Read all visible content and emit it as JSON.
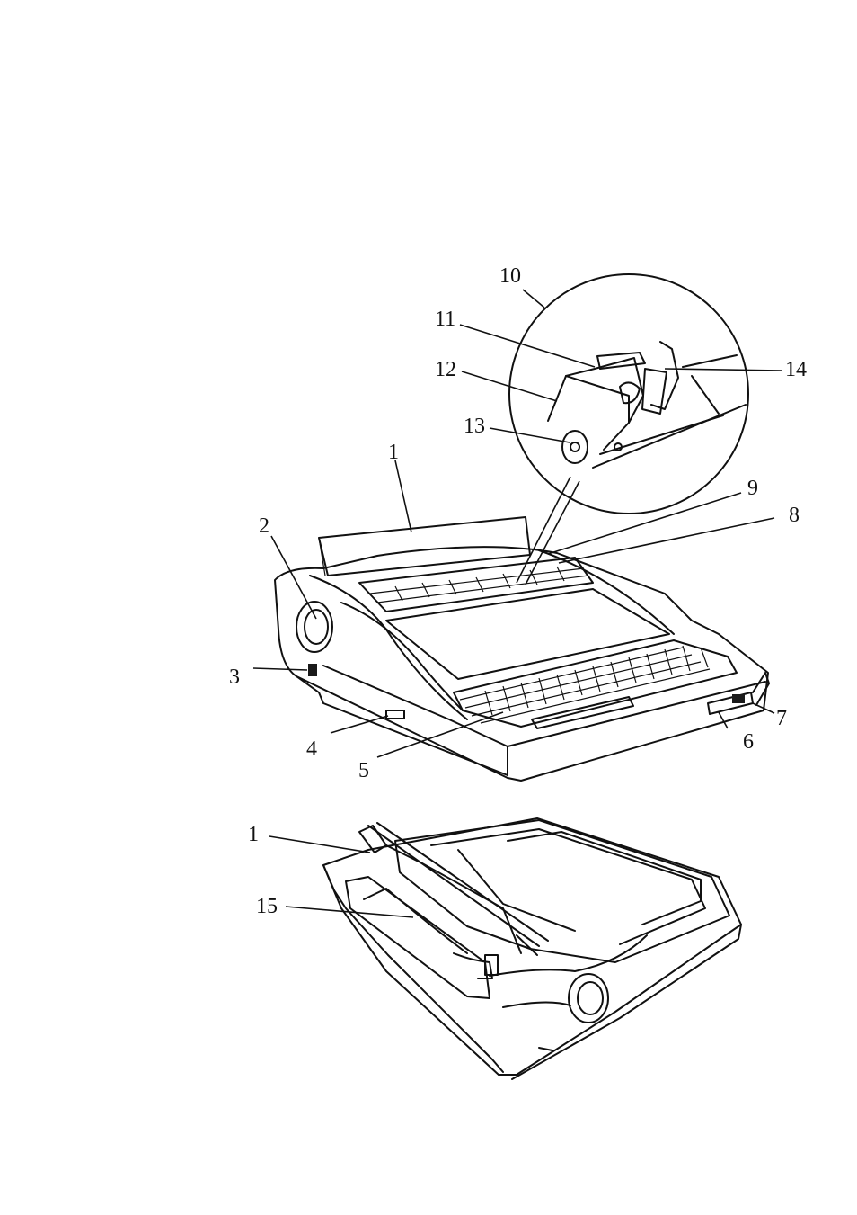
{
  "figure_top": {
    "callouts": [
      "1",
      "2",
      "3",
      "4",
      "5",
      "6",
      "7",
      "8",
      "9",
      "10",
      "11",
      "12",
      "13",
      "14"
    ]
  },
  "figure_bottom": {
    "callouts": [
      "1",
      "15"
    ]
  }
}
